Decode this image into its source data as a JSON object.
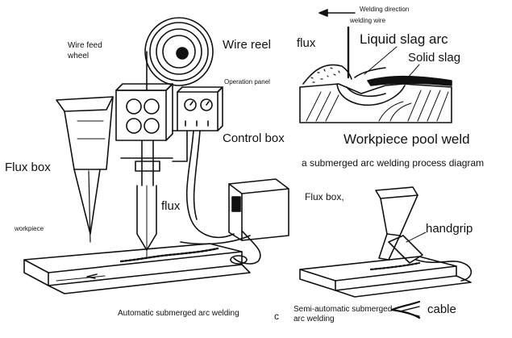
{
  "labels": {
    "welding_direction": "Welding direction",
    "welding_wire": "welding wire",
    "flux_top": "flux",
    "liquid_slag_arc": "Liquid slag arc",
    "solid_slag": "Solid slag",
    "workpiece_pool_weld": "Workpiece pool weld",
    "process_caption": "a submerged arc welding process diagram",
    "wire_feed_wheel": "Wire feed\nwheel",
    "wire_reel": "Wire reel",
    "operation_panel": "Operation panel",
    "control_box": "Control box",
    "flux_box_left": "Flux box",
    "flux_center": "flux",
    "workpiece": "workpiece",
    "auto_caption": "Automatic submerged arc welding",
    "c_mark": "c",
    "flux_box_right": "Flux box,",
    "handgrip": "handgrip",
    "semi_caption": "Semi-automatic submerged\narc welding",
    "cable": "cable"
  }
}
